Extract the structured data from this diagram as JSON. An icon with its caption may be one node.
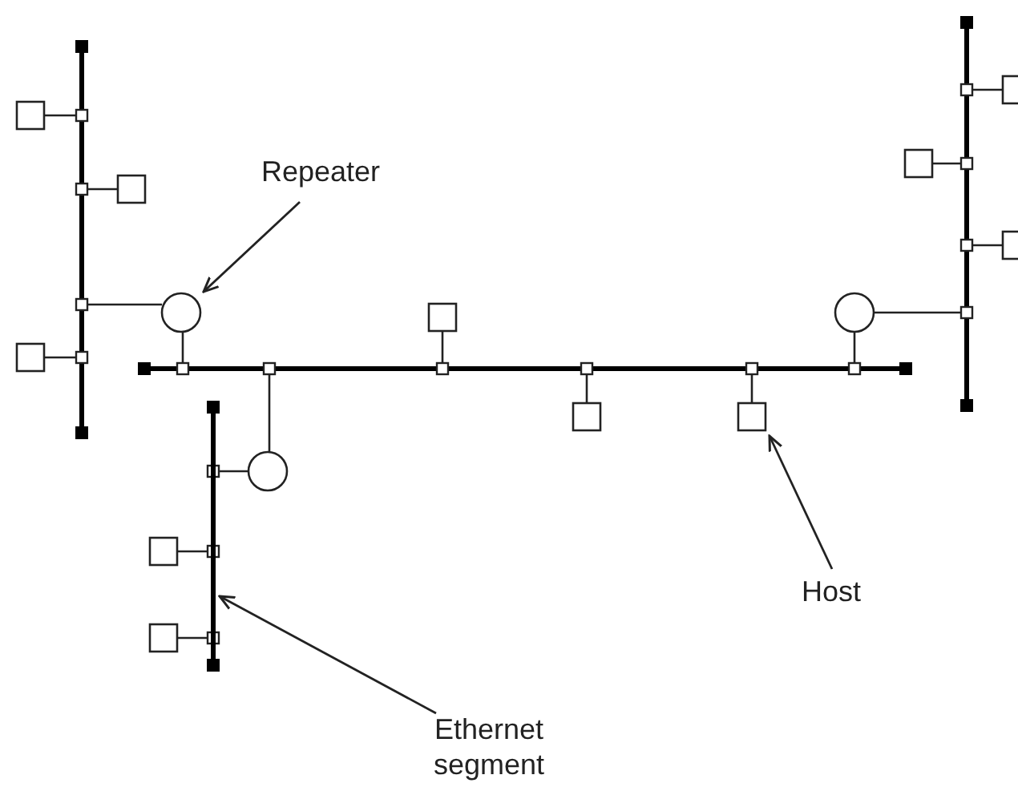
{
  "diagram": {
    "nodes": [
      {
        "text": [
          "Repeater"
        ]
      },
      {
        "text": [],
        "shape": "circle"
      },
      {
        "text": [
          "Host"
        ]
      },
      {
        "text": [],
        "shape": "box"
      },
      {
        "text": [
          "Ethernet segment"
        ]
      },
      {
        "text": [],
        "shape": "bar"
      }
    ],
    "edges": [
      {
        "from": 0,
        "to": 1,
        "arrow": "to"
      },
      {
        "from": 2,
        "to": 3,
        "arrow": "to"
      },
      {
        "from": 4,
        "to": 5,
        "arrow": "to"
      }
    ]
  }
}
